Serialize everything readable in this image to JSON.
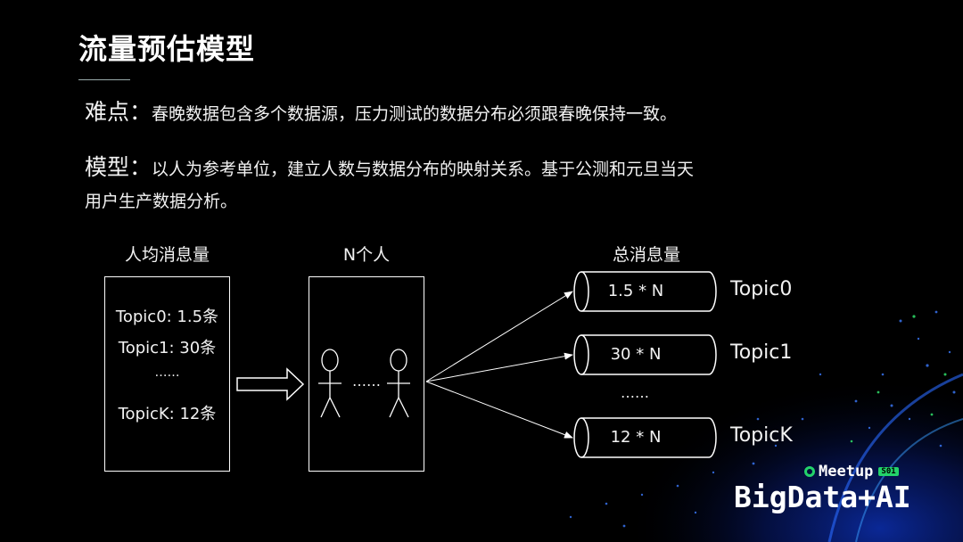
{
  "title": "流量预估模型",
  "difficulty": {
    "label": "难点：",
    "text": "春晚数据包含多个数据源，压力测试的数据分布必须跟春晚保持一致。"
  },
  "model": {
    "label": "模型：",
    "text_line1": "以人为参考单位，建立人数与数据分布的映射关系。基于公测和元旦当天",
    "text_line2": "用户生产数据分析。"
  },
  "diagram": {
    "per_person_caption": "人均消息量",
    "people_caption": "N个人",
    "total_caption": "总消息量",
    "per_person_items": [
      "Topic0: 1.5条",
      "Topic1: 30条",
      "……",
      "TopicK: 12条"
    ],
    "people_ellipsis": "……",
    "totals": [
      {
        "value": "1.5 * N",
        "topic": "Topic0"
      },
      {
        "value": "30 * N",
        "topic": "Topic1"
      },
      {
        "value": "12 * N",
        "topic": "TopicK"
      }
    ],
    "totals_ellipsis": "……"
  },
  "brand": {
    "meetup": "Meetup",
    "badge": "S01",
    "main": "BigData+AI"
  },
  "colors": {
    "background": "#000000",
    "accent_green": "#23d36a",
    "glow_blue": "#1a4cff"
  }
}
